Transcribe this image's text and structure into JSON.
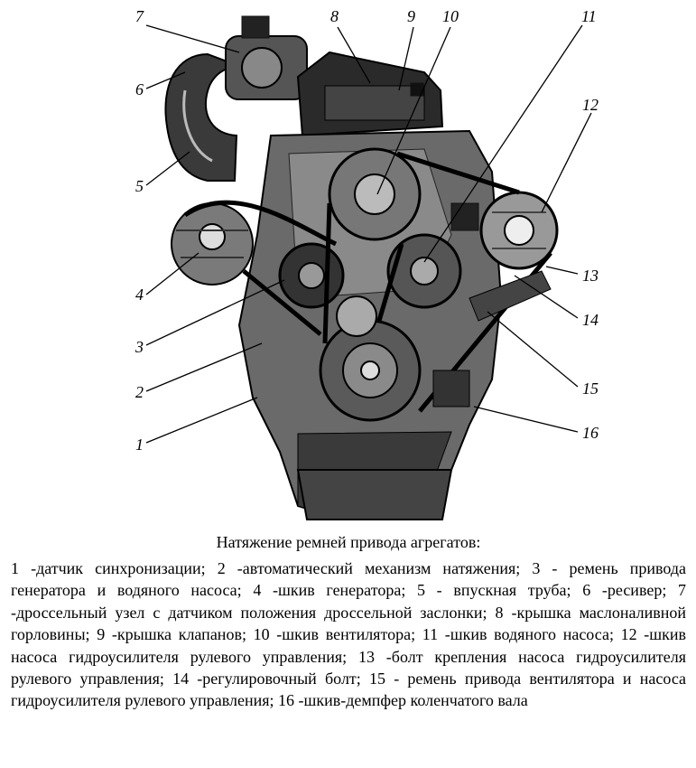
{
  "figure": {
    "callouts": [
      {
        "number": "1"
      },
      {
        "number": "2"
      },
      {
        "number": "3"
      },
      {
        "number": "4"
      },
      {
        "number": "5"
      },
      {
        "number": "6"
      },
      {
        "number": "7"
      },
      {
        "number": "8"
      },
      {
        "number": "9"
      },
      {
        "number": "10"
      },
      {
        "number": "11"
      },
      {
        "number": "12"
      },
      {
        "number": "13"
      },
      {
        "number": "14"
      },
      {
        "number": "15"
      },
      {
        "number": "16"
      }
    ]
  },
  "caption": {
    "title": "Натяжение ремней привода агрегатов:",
    "entries": [
      "1 -датчик синхронизации;",
      "2 -автоматический механизм натяжения;",
      "3 - ремень привода генератора и водяного насоса;",
      "4 -шкив генератора;",
      "5 - впускная труба;",
      "6 -ресивер;",
      "7 -дроссельный узел с датчиком положения дроссельной заслонки;",
      "8 -крышка маслоналивной горловины;",
      "9 -крышка клапанов;",
      "10 -шкив вентилятора;",
      "11 -шкив водяного насоса;",
      "12 -шкив насоса гидроусилителя рулевого управления;",
      "13 -болт крепления насоса гидроусилителя рулевого управления;",
      "14 -регулировочный болт;",
      "15 - ремень привода вентилятора и насоса гидроусилителя рулевого управления;",
      "16 -шкив-демпфер коленчатого вала"
    ]
  }
}
